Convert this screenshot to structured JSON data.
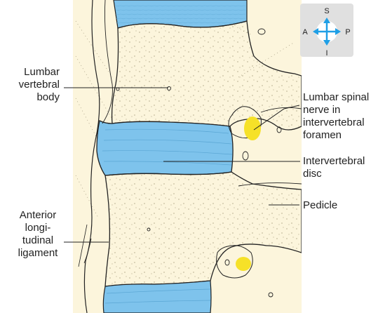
{
  "labels": {
    "vertebral_body": [
      "Lumbar",
      "vertebral",
      "body"
    ],
    "spinal_nerve": [
      "Lumbar spinal",
      "nerve in",
      "intervertebral",
      "foramen"
    ],
    "disc": [
      "Intervertebral",
      "disc"
    ],
    "pedicle": [
      "Pedicle"
    ],
    "ligament": [
      "Anterior",
      "longi-",
      "tudinal",
      "ligament"
    ]
  },
  "compass": {
    "superior": "S",
    "inferior": "I",
    "anterior": "A",
    "posterior": "P",
    "arrow_color": "#1f9fe6"
  },
  "colors": {
    "bone": "#fcf5dc",
    "disc": "#7ec3ec",
    "nerve": "#f6e128",
    "outline": "#222222",
    "compass_bg": "#e0e0e0"
  }
}
